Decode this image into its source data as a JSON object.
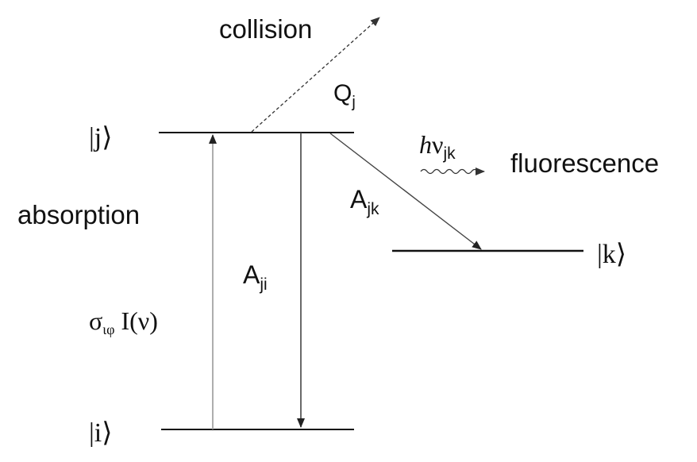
{
  "diagram": {
    "states": {
      "j": {
        "label": "|j⟩"
      },
      "i": {
        "label": "|i⟩"
      },
      "k": {
        "label": "|k⟩"
      }
    },
    "processes": {
      "collision": {
        "label": "collision",
        "rate_main": "Q",
        "rate_sub": "j"
      },
      "absorption": {
        "label": "absorption",
        "sigma": "σ",
        "sigma_sub": "ιφ",
        "intensity": " I(ν)"
      },
      "spontaneous_ji": {
        "rate_main": "A",
        "rate_sub": "ji"
      },
      "spontaneous_jk": {
        "rate_main": "A",
        "rate_sub": "jk"
      },
      "fluorescence": {
        "label": "fluorescence",
        "photon_h": "h",
        "photon_nu": "ν",
        "photon_sub": "jk"
      }
    }
  }
}
